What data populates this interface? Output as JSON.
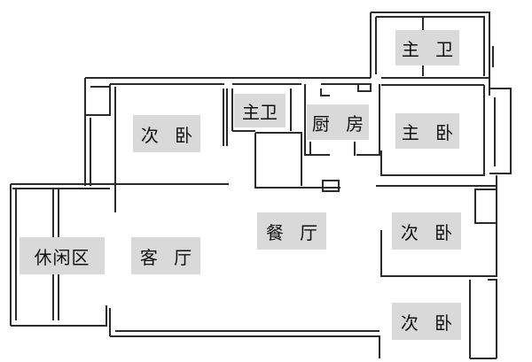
{
  "rooms": {
    "master_bath_top": "主 卫",
    "secondary_bedroom_1": "次 卧",
    "master_bath_small": "主卫",
    "kitchen": "厨 房",
    "master_bedroom": "主 卧",
    "dining_room": "餐 厅",
    "secondary_bedroom_2": "次 卧",
    "leisure_area": "休闲区",
    "living_room": "客 厅",
    "secondary_bedroom_3": "次 卧"
  },
  "colors": {
    "wall": "#2b2b2b",
    "label_background": "#d9d9d9",
    "background": "#ffffff"
  }
}
